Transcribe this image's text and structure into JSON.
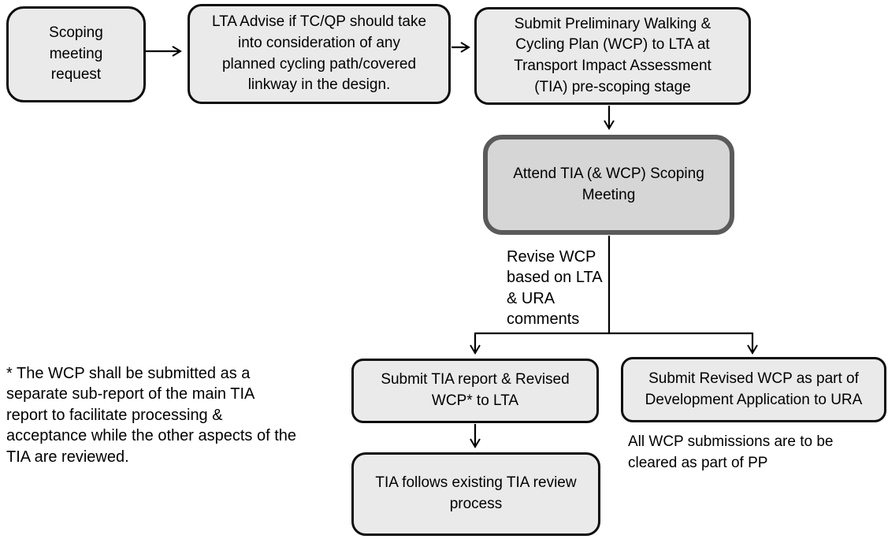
{
  "diagram": {
    "title": "WCP / TIA submission process flowchart",
    "boxes": {
      "scoping_request": {
        "label": "Scoping\nmeeting\nrequest"
      },
      "lta_advise": {
        "label": "LTA Advise if TC/QP should take\ninto consideration of any\nplanned cycling path/covered\nlinkway in the design."
      },
      "submit_preliminary": {
        "label": "Submit Preliminary Walking &\nCycling Plan (WCP) to LTA at\nTransport Impact Assessment\n(TIA) pre-scoping stage"
      },
      "attend_scoping": {
        "label": "Attend TIA (& WCP) Scoping\nMeeting"
      },
      "submit_tia_report": {
        "label": "Submit TIA report & Revised\nWCP* to LTA"
      },
      "submit_revised_wcp": {
        "label": "Submit Revised WCP as part of\nDevelopment Application to URA"
      },
      "tia_review": {
        "label": "TIA follows existing TIA review\nprocess"
      }
    },
    "annotations": {
      "revise_wcp": "Revise WCP\nbased on LTA\n& URA\ncomments",
      "wcp_footnote": "* The WCP shall be submitted as a\nseparate sub-report of the main TIA\nreport to facilitate processing &\nacceptance while the other aspects of the\nTIA are reviewed.",
      "pp_note": "All WCP submissions are to be\ncleared as part of PP"
    },
    "colors": {
      "background": "#ffffff",
      "text": "#000000",
      "box_fill": "#eaeaea",
      "box_border": "#0d0d0d",
      "highlight_fill": "#d6d6d6",
      "highlight_border": "#5a5a5a",
      "connector": "#000000"
    }
  }
}
